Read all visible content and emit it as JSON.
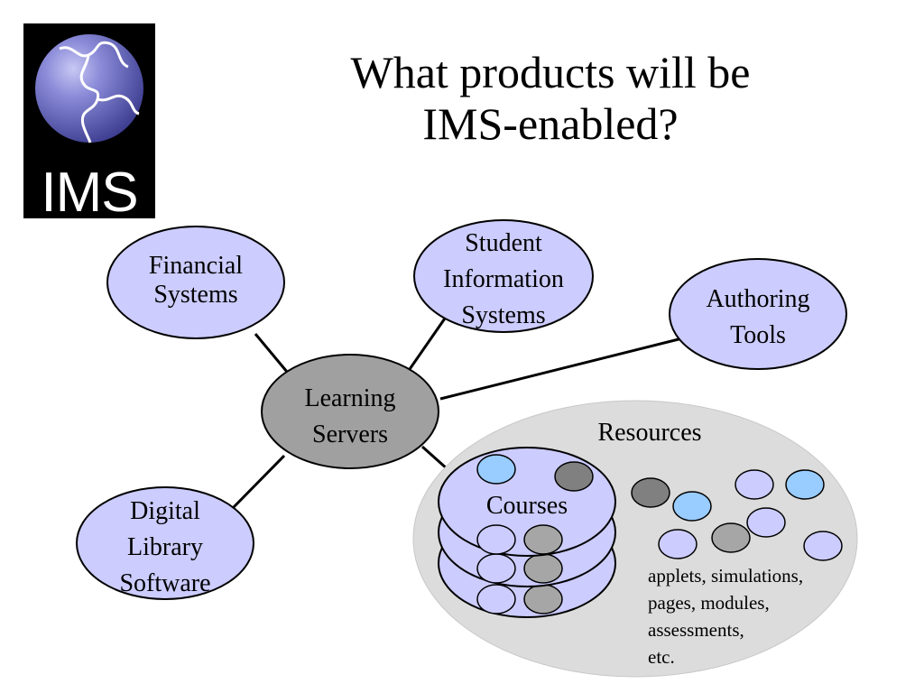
{
  "logo": {
    "text": "IMS",
    "icon": "globe-puzzle-icon"
  },
  "title": {
    "line1": "What products will be",
    "line2": "IMS-enabled?"
  },
  "nodes": {
    "financial": {
      "line1": "Financial",
      "line2": "Systems"
    },
    "student": {
      "line1": "Student",
      "line2": "Information",
      "line3": "Systems"
    },
    "authoring": {
      "line1": "Authoring",
      "line2": "Tools"
    },
    "learning": {
      "line1": "Learning",
      "line2": "Servers"
    },
    "digital": {
      "line1": "Digital",
      "line2": "Library",
      "line3": "Software"
    },
    "resources": {
      "label": "Resources"
    },
    "courses": {
      "label": "Courses"
    }
  },
  "resource_notes": [
    "applets, simulations,",
    "pages, modules,",
    "assessments,",
    "etc."
  ],
  "colors": {
    "node_fill": "#ccccff",
    "hub_fill": "#a0a0a0",
    "resources_fill": "#dcdcdc",
    "light_blue": "#99ccff",
    "dark_gray": "#808080",
    "mid_gray": "#a6a6a6"
  }
}
